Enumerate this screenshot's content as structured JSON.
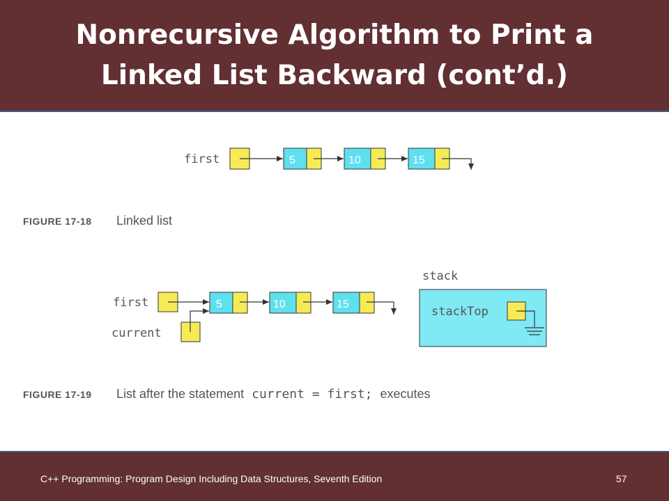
{
  "title": "Nonrecursive Algorithm to Print a Linked List Backward (cont’d.)",
  "footer": {
    "text": "C++ Programming: Program Design Including Data Structures, Seventh Edition",
    "page": "57"
  },
  "fig18": {
    "pointer_label": "first",
    "nodes": [
      "5",
      "10",
      "15"
    ],
    "caption_label": "FIGURE 17-18",
    "caption_text": "Linked list"
  },
  "fig19": {
    "first_label": "first",
    "current_label": "current",
    "nodes": [
      "5",
      "10",
      "15"
    ],
    "stack_label": "stack",
    "stacktop_label": "stackTop",
    "caption_label": "FIGURE 17-19",
    "caption_prefix": "List after the statement",
    "caption_code": "current = first;",
    "caption_suffix": "executes"
  },
  "colors": {
    "banner": "#622f33",
    "node_data": "#5ee0ee",
    "node_link": "#f7ea57",
    "stack_fill": "#7fe9f4"
  }
}
